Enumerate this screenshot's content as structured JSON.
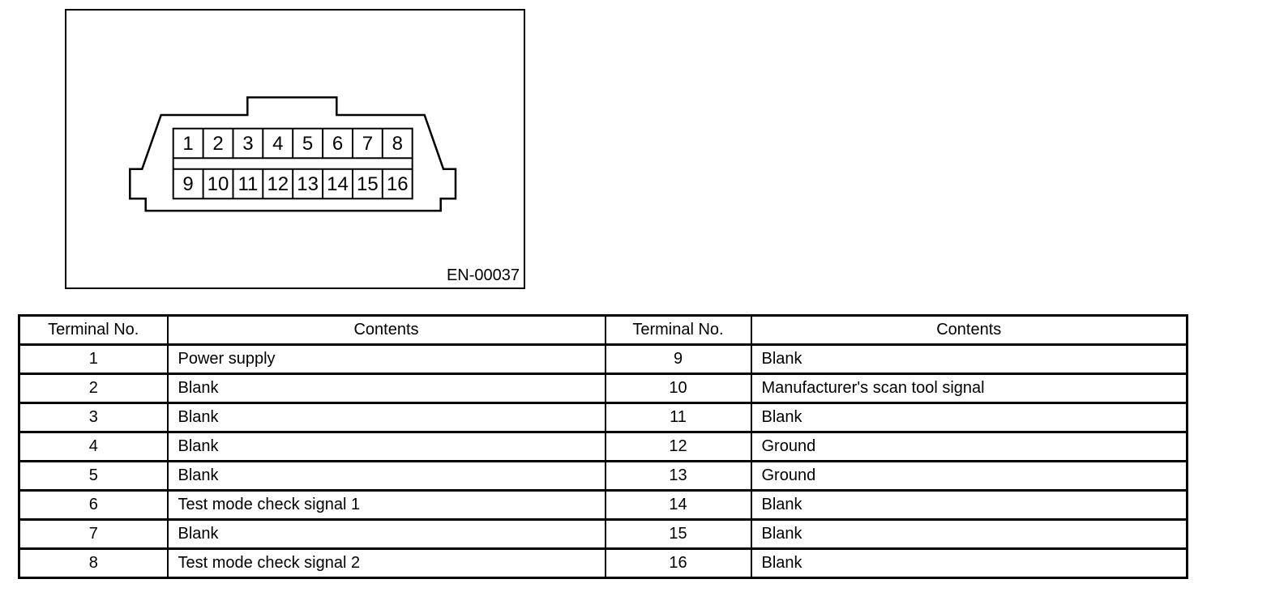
{
  "figure": {
    "caption": "EN-00037",
    "pins": [
      "1",
      "2",
      "3",
      "4",
      "5",
      "6",
      "7",
      "8",
      "9",
      "10",
      "11",
      "12",
      "13",
      "14",
      "15",
      "16"
    ]
  },
  "table": {
    "headers": [
      "Terminal No.",
      "Contents",
      "Terminal No.",
      "Contents"
    ],
    "rows": [
      [
        "1",
        "Power supply",
        "9",
        "Blank"
      ],
      [
        "2",
        "Blank",
        "10",
        "Manufacturer's scan tool signal"
      ],
      [
        "3",
        "Blank",
        "11",
        "Blank"
      ],
      [
        "4",
        "Blank",
        "12",
        "Ground"
      ],
      [
        "5",
        "Blank",
        "13",
        "Ground"
      ],
      [
        "6",
        "Test mode check signal 1",
        "14",
        "Blank"
      ],
      [
        "7",
        "Blank",
        "15",
        "Blank"
      ],
      [
        "8",
        "Test mode check signal 2",
        "16",
        "Blank"
      ]
    ]
  }
}
